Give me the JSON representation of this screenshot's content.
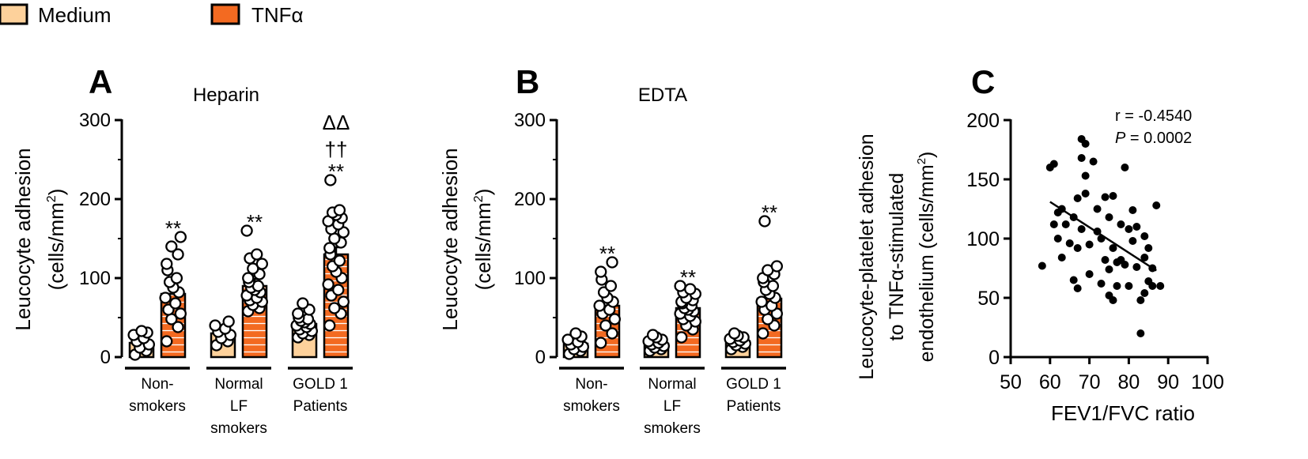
{
  "legend": {
    "items": [
      {
        "label": "Medium",
        "color": "#fdd19b"
      },
      {
        "label": "TNFα",
        "color": "#f36a21"
      }
    ]
  },
  "chart_data": [
    {
      "panel": "A",
      "type": "bar",
      "title": "Heparin",
      "ylabel_line1": "Leucocyte adhesion",
      "ylabel_line2": "(cells/mm",
      "ylabel_sup": "2",
      "ylabel_close": ")",
      "ylim": [
        0,
        300
      ],
      "yticks": [
        0,
        100,
        200,
        300
      ],
      "groups": [
        {
          "label_lines": [
            "Non-",
            "smokers"
          ],
          "bars": [
            {
              "series": "Medium",
              "value": 18,
              "points": [
                3,
                8,
                12,
                16,
                20,
                24,
                28,
                31,
                33
              ]
            },
            {
              "series": "TNFα",
              "value": 80,
              "points": [
                20,
                38,
                48,
                55,
                60,
                68,
                75,
                82,
                88,
                95,
                100,
                110,
                118,
                130,
                140,
                152
              ]
            }
          ],
          "annotation": "**"
        },
        {
          "label_lines": [
            "Normal",
            "LF",
            "smokers"
          ],
          "bars": [
            {
              "series": "Medium",
              "value": 30,
              "points": [
                15,
                20,
                24,
                28,
                32,
                36,
                40,
                45
              ]
            },
            {
              "series": "TNFα",
              "value": 90,
              "points": [
                58,
                62,
                66,
                70,
                72,
                75,
                78,
                82,
                85,
                88,
                90,
                95,
                100,
                105,
                112,
                118,
                125,
                130,
                160
              ]
            }
          ],
          "annotation": "**"
        },
        {
          "label_lines": [
            "GOLD 1",
            "Patients"
          ],
          "bars": [
            {
              "series": "Medium",
              "value": 42,
              "points": [
                25,
                28,
                30,
                33,
                35,
                38,
                40,
                42,
                44,
                46,
                48,
                50,
                55,
                60,
                68
              ]
            },
            {
              "series": "TNFα",
              "value": 130,
              "points": [
                40,
                55,
                62,
                70,
                78,
                85,
                92,
                100,
                108,
                115,
                122,
                130,
                138,
                145,
                150,
                158,
                162,
                168,
                172,
                176,
                180,
                183,
                186,
                224
              ]
            }
          ],
          "annotation": "**",
          "annotation_extra": [
            "ΔΔ",
            "††"
          ]
        }
      ]
    },
    {
      "panel": "B",
      "type": "bar",
      "title": "EDTA",
      "ylabel_line1": "Leucocyte adhesion",
      "ylabel_line2": "(cells/mm",
      "ylabel_sup": "2",
      "ylabel_close": ")",
      "ylim": [
        0,
        300
      ],
      "yticks": [
        0,
        100,
        200,
        300
      ],
      "groups": [
        {
          "label_lines": [
            "Non-",
            "smokers"
          ],
          "bars": [
            {
              "series": "Medium",
              "value": 17,
              "points": [
                4,
                8,
                10,
                13,
                16,
                19,
                22,
                26,
                30
              ]
            },
            {
              "series": "TNFα",
              "value": 65,
              "points": [
                18,
                30,
                40,
                48,
                55,
                60,
                65,
                70,
                75,
                82,
                90,
                98,
                108,
                120
              ]
            }
          ],
          "annotation": "**"
        },
        {
          "label_lines": [
            "Normal",
            "LF",
            "smokers"
          ],
          "bars": [
            {
              "series": "Medium",
              "value": 17,
              "points": [
                8,
                10,
                12,
                14,
                16,
                18,
                20,
                22,
                25,
                28
              ]
            },
            {
              "series": "TNFα",
              "value": 62,
              "points": [
                25,
                35,
                40,
                45,
                48,
                52,
                55,
                58,
                60,
                62,
                65,
                68,
                70,
                72,
                75,
                80,
                82,
                86,
                90
              ]
            }
          ],
          "annotation": "**"
        },
        {
          "label_lines": [
            "GOLD 1",
            "Patients"
          ],
          "bars": [
            {
              "series": "Medium",
              "value": 20,
              "points": [
                10,
                13,
                15,
                17,
                19,
                21,
                23,
                25,
                27,
                30
              ]
            },
            {
              "series": "TNFα",
              "value": 74,
              "points": [
                30,
                40,
                48,
                55,
                60,
                65,
                70,
                75,
                80,
                85,
                90,
                95,
                100,
                105,
                110,
                115,
                172
              ]
            }
          ],
          "annotation": "**"
        }
      ]
    },
    {
      "panel": "C",
      "type": "scatter",
      "ylabel_lines": [
        "Leucocyte-platelet adhesion",
        "to TNFα-stimulated",
        "endothelium (cells/mm"
      ],
      "ylabel_sup": "2",
      "ylabel_close": ")",
      "xlabel": "FEV1/FVC ratio",
      "xlim": [
        50,
        100
      ],
      "ylim": [
        0,
        200
      ],
      "xticks": [
        50,
        60,
        70,
        80,
        90,
        100
      ],
      "yticks": [
        0,
        50,
        100,
        150,
        200
      ],
      "stat_r": "r = -0.4540",
      "stat_p_label": "P",
      "stat_p_value": " = 0.0002",
      "regression": {
        "x": [
          60,
          87
        ],
        "y": [
          131,
          73
        ]
      },
      "points": [
        [
          58,
          77
        ],
        [
          60,
          160
        ],
        [
          61,
          163
        ],
        [
          61,
          112
        ],
        [
          62,
          122
        ],
        [
          62,
          100
        ],
        [
          63,
          84
        ],
        [
          63,
          125
        ],
        [
          64,
          112
        ],
        [
          65,
          96
        ],
        [
          66,
          65
        ],
        [
          66,
          118
        ],
        [
          67,
          58
        ],
        [
          67,
          134
        ],
        [
          67,
          92
        ],
        [
          68,
          168
        ],
        [
          68,
          184
        ],
        [
          68,
          108
        ],
        [
          69,
          180
        ],
        [
          69,
          153
        ],
        [
          69,
          138
        ],
        [
          70,
          95
        ],
        [
          70,
          70
        ],
        [
          71,
          165
        ],
        [
          72,
          125
        ],
        [
          72,
          106
        ],
        [
          73,
          62
        ],
        [
          73,
          100
        ],
        [
          74,
          82
        ],
        [
          74,
          135
        ],
        [
          75,
          74
        ],
        [
          75,
          118
        ],
        [
          75,
          52
        ],
        [
          76,
          48
        ],
        [
          76,
          92
        ],
        [
          76,
          136
        ],
        [
          77,
          60
        ],
        [
          77,
          80
        ],
        [
          78,
          112
        ],
        [
          78,
          82
        ],
        [
          79,
          160
        ],
        [
          79,
          78
        ],
        [
          80,
          108
        ],
        [
          80,
          60
        ],
        [
          81,
          124
        ],
        [
          81,
          98
        ],
        [
          82,
          76
        ],
        [
          82,
          110
        ],
        [
          83,
          48
        ],
        [
          83,
          20
        ],
        [
          84,
          102
        ],
        [
          84,
          84
        ],
        [
          84,
          54
        ],
        [
          85,
          64
        ],
        [
          85,
          92
        ],
        [
          86,
          75
        ],
        [
          86,
          60
        ],
        [
          87,
          128
        ],
        [
          88,
          60
        ]
      ]
    }
  ]
}
